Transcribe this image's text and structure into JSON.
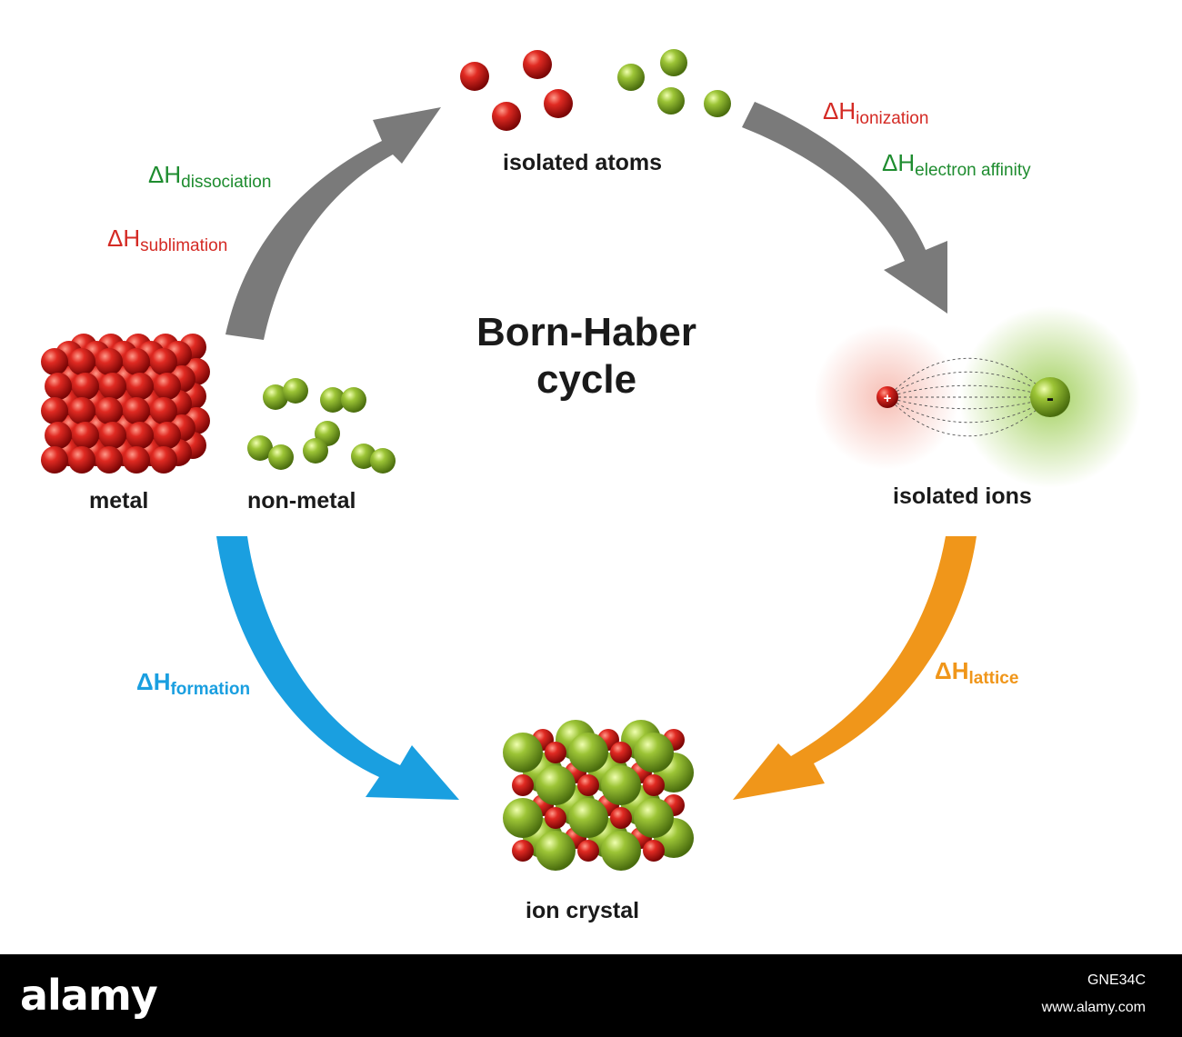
{
  "diagram": {
    "title_line1": "Born-Haber",
    "title_line2": "cycle",
    "nodes": {
      "isolated_atoms": "isolated atoms",
      "isolated_ions": "isolated ions",
      "metal": "metal",
      "non_metal": "non-metal",
      "ion_crystal": "ion crystal"
    },
    "ion_signs": {
      "cation": "+",
      "anion": "-"
    },
    "enthalpies": {
      "ionization": {
        "symbol": "ΔH",
        "sub": "ionization",
        "color": "#d42a24"
      },
      "electron_affinity": {
        "symbol": "ΔH",
        "sub": "electron affinity",
        "color": "#1e8c2f"
      },
      "dissociation": {
        "symbol": "ΔH",
        "sub": "dissociation",
        "color": "#1e8c2f"
      },
      "sublimation": {
        "symbol": "ΔH",
        "sub": "sublimation",
        "color": "#d42a24"
      },
      "formation": {
        "symbol": "ΔH",
        "sub": "formation",
        "color": "#1a9fe0"
      },
      "lattice": {
        "symbol": "ΔH",
        "sub": "lattice",
        "color": "#f0961a"
      }
    },
    "colors": {
      "arrow_gray": "#7a7a7a",
      "arrow_blue": "#1a9fe0",
      "arrow_orange": "#f0961a",
      "metal_red": "#c8161b",
      "nonmetal_green": "#8ab52a"
    }
  },
  "footer": {
    "logo": "alamy",
    "image_id": "GNE34C",
    "url": "www.alamy.com"
  }
}
